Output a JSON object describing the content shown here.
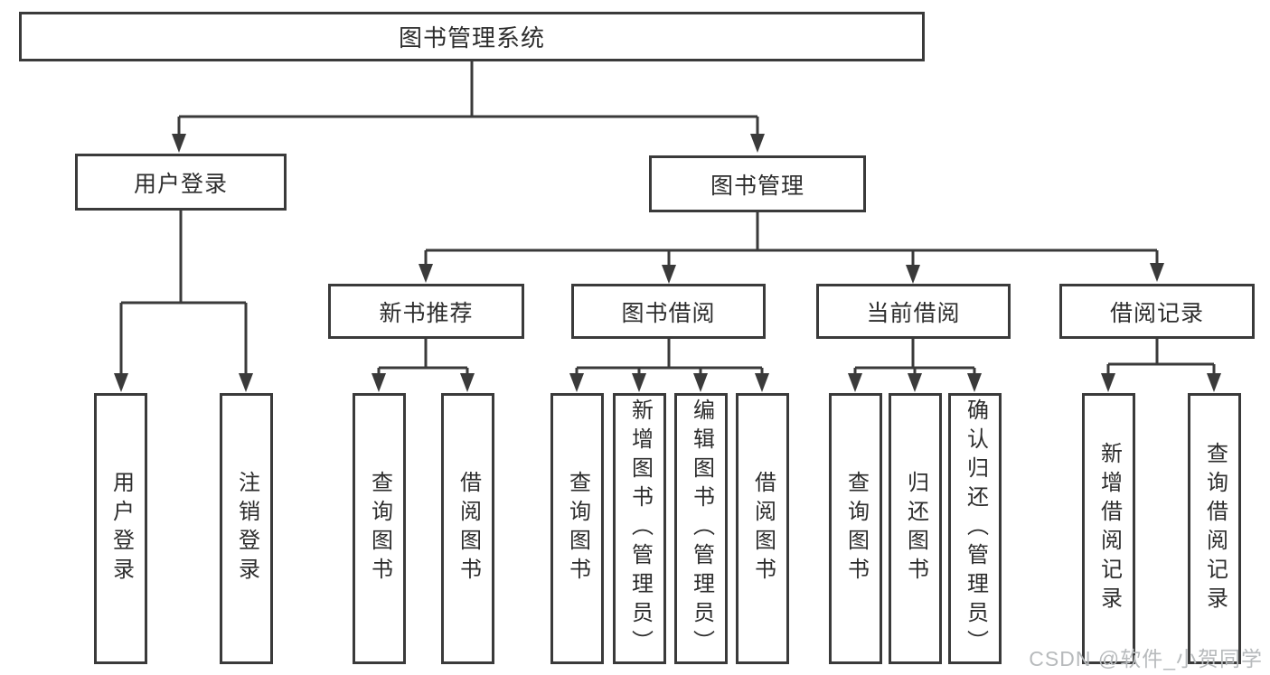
{
  "diagram_type": "hierarchy-tree",
  "tree": {
    "label": "图书管理系统",
    "children": [
      {
        "label": "用户登录",
        "children": [
          {
            "label": "用户登录"
          },
          {
            "label": "注销登录"
          }
        ]
      },
      {
        "label": "图书管理",
        "children": [
          {
            "label": "新书推荐",
            "children": [
              {
                "label": "查询图书"
              },
              {
                "label": "借阅图书"
              }
            ]
          },
          {
            "label": "图书借阅",
            "children": [
              {
                "label": "查询图书"
              },
              {
                "label": "新增图书（管理员）"
              },
              {
                "label": "编辑图书（管理员）"
              },
              {
                "label": "借阅图书"
              }
            ]
          },
          {
            "label": "当前借阅",
            "children": [
              {
                "label": "查询图书"
              },
              {
                "label": "归还图书"
              },
              {
                "label": "确认归还（管理员）"
              }
            ]
          },
          {
            "label": "借阅记录",
            "children": [
              {
                "label": "新增借阅记录"
              },
              {
                "label": "查询借阅记录"
              }
            ]
          }
        ]
      }
    ]
  },
  "watermark": {
    "text": "CSDN @软件_小贺同学"
  },
  "colors": {
    "line": "#3a3a3a",
    "text": "#2d2d2d",
    "watermark": "#b7babc",
    "background": "#ffffff"
  }
}
